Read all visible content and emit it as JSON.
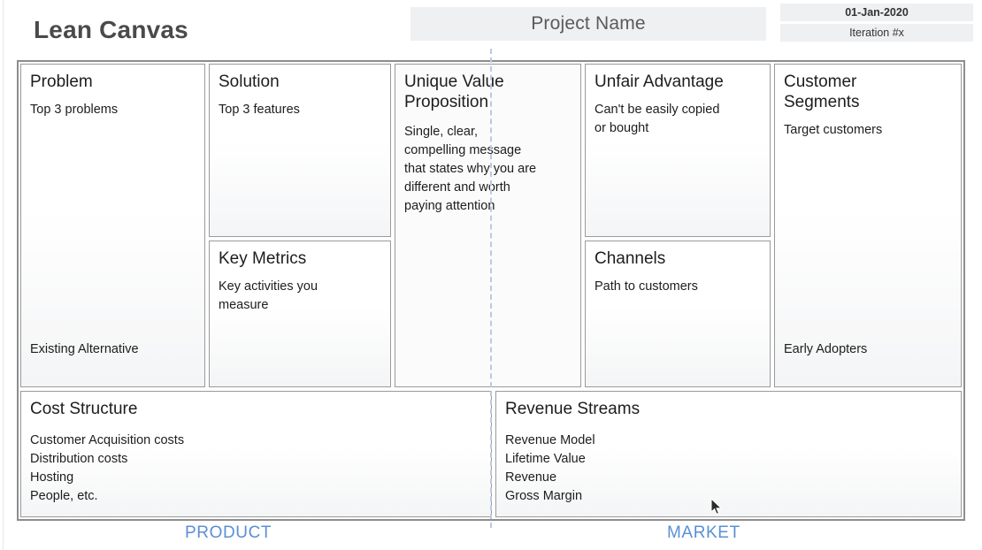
{
  "header": {
    "canvas_title": "Lean Canvas",
    "project_name": "Project Name",
    "date": "01-Jan-2020",
    "iteration": "Iteration #x"
  },
  "canvas": {
    "problem": {
      "title": "Problem",
      "body": "Top 3 problems",
      "footer": "Existing Alternative"
    },
    "solution": {
      "title": "Solution",
      "body": "Top 3 features"
    },
    "key_metrics": {
      "title": "Key Metrics",
      "body": "Key activities you\nmeasure"
    },
    "uvp": {
      "title": "Unique Value\nProposition",
      "body": "Single, clear,\ncompelling message\nthat states why you are\ndifferent and worth\npaying attention"
    },
    "unfair_advantage": {
      "title": "Unfair Advantage",
      "body": "Can't be easily copied\nor bought"
    },
    "channels": {
      "title": "Channels",
      "body": "Path to customers"
    },
    "customer_segments": {
      "title": "Customer\nSegments",
      "body": "Target customers",
      "footer": "Early Adopters"
    },
    "cost_structure": {
      "title": "Cost Structure",
      "items": [
        "Customer Acquisition costs",
        "Distribution costs",
        "Hosting",
        "People, etc."
      ]
    },
    "revenue_streams": {
      "title": "Revenue Streams",
      "items": [
        "Revenue Model",
        "Lifetime Value",
        "Revenue",
        "Gross Margin"
      ]
    }
  },
  "footer": {
    "product_label": "PRODUCT",
    "market_label": "MARKET"
  },
  "colors": {
    "accent_blue": "#5b8fd4",
    "divider_blue": "#b9cbdd",
    "border_grey": "#8d8d8d",
    "field_grey": "#eff0f1",
    "title_grey": "#4a4a4a"
  }
}
